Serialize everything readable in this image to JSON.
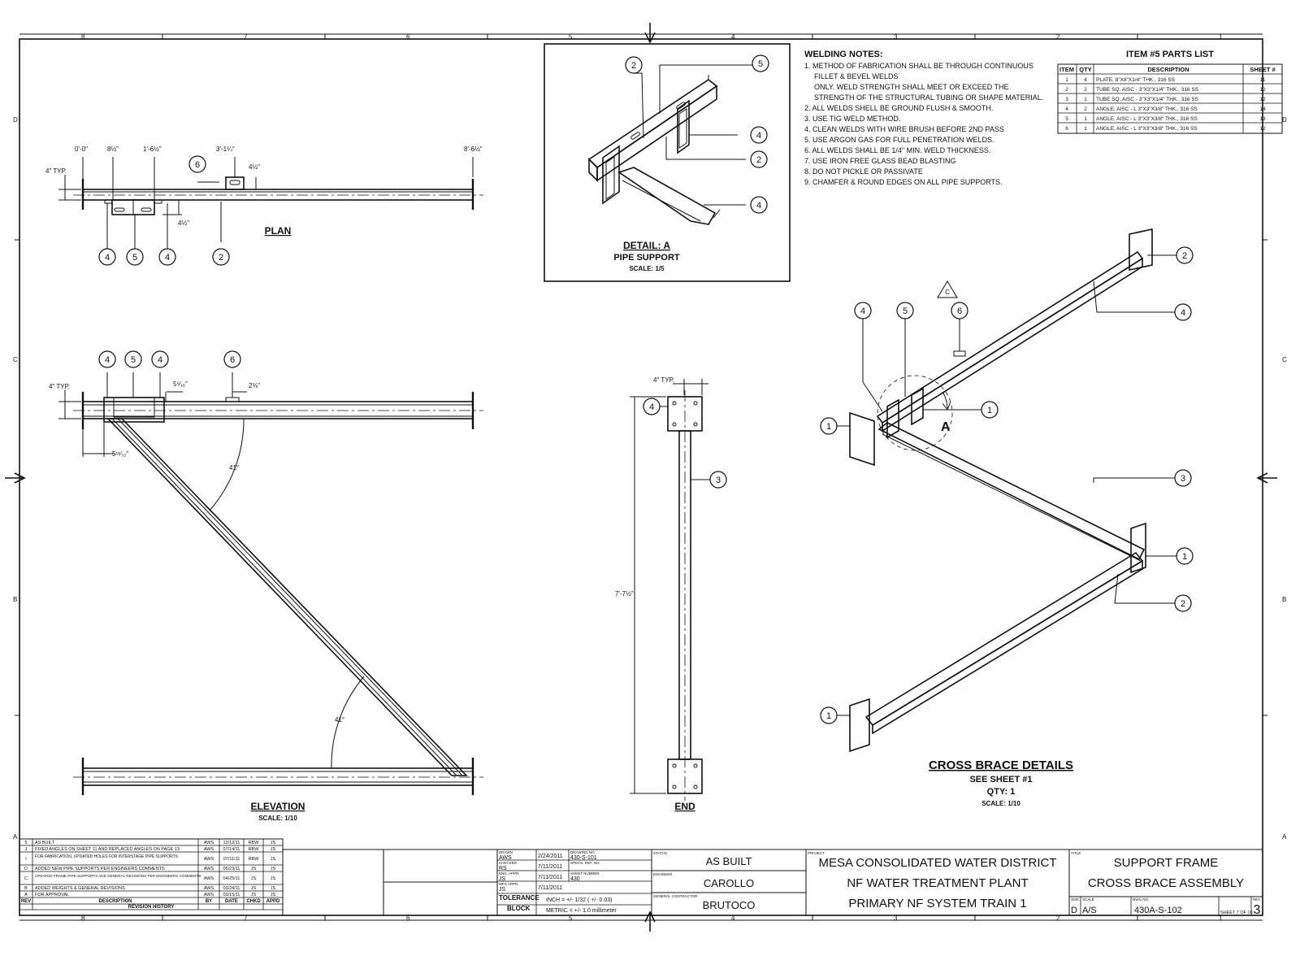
{
  "border": {
    "columns": [
      "8",
      "7",
      "6",
      "5",
      "4",
      "3",
      "2",
      "1"
    ],
    "rows": [
      "D",
      "C",
      "B",
      "A"
    ]
  },
  "views": {
    "plan": {
      "title": "PLAN",
      "dims": [
        "0'-0\"",
        "8½\"",
        "1'-6½\"",
        "3'-1¼\"",
        "8'-6½\"",
        "4\" TYP.",
        "4½\"",
        "4½\""
      ],
      "balloons": [
        "4",
        "5",
        "4",
        "2",
        "6"
      ]
    },
    "detail": {
      "title": "DETAIL:  A",
      "subtitle": "PIPE SUPPORT",
      "scale": "SCALE: 1/5",
      "balloons": [
        "2",
        "5",
        "4",
        "2",
        "4"
      ]
    },
    "elevation": {
      "title": "ELEVATION",
      "scale": "SCALE: 1/10",
      "dims": [
        "4\" TYP.",
        "5⁵⁄₁₆\"",
        "2⅜\"",
        "5¹¹⁄₃₂\"",
        "41°",
        "41°"
      ],
      "balloons": [
        "4",
        "5",
        "4",
        "6"
      ]
    },
    "end": {
      "title": "END",
      "dims": [
        "4\" TYP.",
        "7'-7½\""
      ],
      "balloons": [
        "4",
        "3"
      ]
    },
    "iso": {
      "title": "CROSS BRACE DETAILS",
      "line2": "SEE SHEET #1",
      "line3": "QTY: 1",
      "scale": "SCALE: 1/10",
      "detail_mark": "A",
      "note_mark": "C",
      "balloons": [
        "4",
        "5",
        "6",
        "1",
        "2",
        "4",
        "1",
        "3",
        "1",
        "2",
        "1"
      ]
    }
  },
  "welding_notes": {
    "title": "WELDING NOTES:",
    "lines": [
      "1. METHOD OF FABRICATION SHALL BE THROUGH CONTINUOUS",
      "FILLET & BEVEL WELDS",
      "ONLY.  WELD STRENGTH SHALL MEET OR EXCEED THE",
      "STRENGTH OF THE STRUCTURAL TUBING OR SHAPE MATERIAL.",
      "2. ALL WELDS SHELL BE GROUND FLUSH & SMOOTH.",
      "3. USE TIG WELD METHOD.",
      "4. CLEAN WELDS WITH WIRE BRUSH BEFORE 2ND PASS",
      "5. USE ARGON GAS FOR FULL PENETRATION WELDS.",
      "6. ALL WELDS SHALL BE 1/4\" MIN. WELD THICKNESS.",
      "7. USE IRON FREE GLASS BEAD BLASTING",
      "8. DO NOT PICKLE OR PASSIVATE",
      "9. CHAMFER & ROUND EDGES ON ALL PIPE SUPPORTS."
    ]
  },
  "parts_list": {
    "title": "ITEM #5 PARTS LIST",
    "headers": [
      "ITEM",
      "QTY",
      "DESCRIPTION",
      "SHEET #"
    ],
    "rows": [
      [
        "1",
        "4",
        "PLATE, 8\"X8\"X1/4\" THK., 316 SS",
        "11"
      ],
      [
        "2",
        "2",
        "TUBE SQ. AISC - 3\"X3\"X1/4\" THK., 316 SS",
        "12"
      ],
      [
        "3",
        "1",
        "TUBE SQ. AISC - 3\"X3\"X1/4\" THK., 316 SS",
        "12"
      ],
      [
        "4",
        "2",
        "ANGLE, AISC - L 3\"X3\"X3/8\" THK., 316 SS",
        "14"
      ],
      [
        "5",
        "1",
        "ANGLE, AISC - L 3\"X3\"X3/8\" THK., 316 SS",
        "13"
      ],
      [
        "6",
        "1",
        "ANGLE, AISC - L 3\"X3\"X3/8\" THK., 316 SS",
        "12"
      ]
    ]
  },
  "revision_history": {
    "title": "REVISION HISTORY",
    "headers": [
      "REV",
      "DESCRIPTION",
      "BY",
      "DATE",
      "CHKD",
      "APPD"
    ],
    "rows": [
      [
        "5",
        "AS BUILT",
        "AWS",
        "12/12/11",
        "RBW",
        "JS"
      ],
      [
        "J",
        "FIXED ANGLES ON SHEET 11 AND REPLACED ANGLES ON PAGE 13",
        "AWS",
        "07/14/11",
        "RBW",
        "JS"
      ],
      [
        "I",
        "FOR FABRICATION, UPDATED HOLES FOR INTERSTAGE PIPE SUPPORTS",
        "AWS",
        "07/11/11",
        "RBW",
        "JS"
      ],
      [
        "D",
        "ADDED NEW PIPE SUPPORTS PER ENGINEERS COMMENTS",
        "AWS",
        "05/23/11",
        "JS",
        "JS"
      ],
      [
        "C",
        "UPDATED FRAME PIPE SUPPORTS AND GENERAL REVISIONS PER ENGINEERS COMMENTS",
        "AWS",
        "04/25/11",
        "JS",
        "JS"
      ],
      [
        "B",
        "ADDED WEIGHTS & GENERAL REVISIONS",
        "AWS",
        "03/24/11",
        "JS",
        "JS"
      ],
      [
        "A",
        "FOR APPROVAL",
        "AWS",
        "03/15/11",
        "JS",
        "JS"
      ]
    ]
  },
  "title_block": {
    "drawn_label": "DRAWN",
    "drawn_by": "AWS",
    "drawn_date": "2/24/2011",
    "checked_label": "CHECKED",
    "checked_by": "RS",
    "checked_date": "7/11/2011",
    "eng_label": "ENG. APPR.",
    "eng_by": "JS",
    "eng_date": "7/11/2011",
    "mfg_label": "MFG APPR.",
    "mfg_by": "JS",
    "mfg_date": "7/11/2011",
    "drawing_label": "DRAWING NO.",
    "drawing_no": "430-S-101",
    "ref_label": "SPECS. REF. NO.",
    "sheet_num_label": "SHEET NUMBER",
    "sheet_num": "430",
    "tolerance_label1": "TOLERANCE",
    "tolerance_label2": "BLOCK",
    "tol_inch": "INCH = +/- 1/32 ( +/- 0.03)",
    "tol_metric": "METRIC = +/- 1.0 millimeter",
    "status_label": "STATUS",
    "status": "AS BUILT",
    "engineer_label": "ENGINEER",
    "engineer": "CAROLLO",
    "gc_label": "GENERAL CONTRACTOR",
    "gc": "BRUTOCO",
    "project_label": "PROJECT",
    "project_1": "MESA CONSOLIDATED WATER DISTRICT",
    "project_2": "NF WATER TREATMENT PLANT",
    "project_3": "PRIMARY NF SYSTEM TRAIN 1",
    "title_label": "TITLE",
    "title_1": "SUPPORT FRAME",
    "title_2": "CROSS BRACE ASSEMBLY",
    "size_label": "SIZE",
    "size": "D",
    "scale_label": "SCALE",
    "scale": "A/S",
    "dwg_label": "DWG NO.",
    "dwg_no": "430A-S-102",
    "sheet_text": "SHEET 7  OF 16",
    "rev_label": "REV",
    "rev": "3"
  }
}
